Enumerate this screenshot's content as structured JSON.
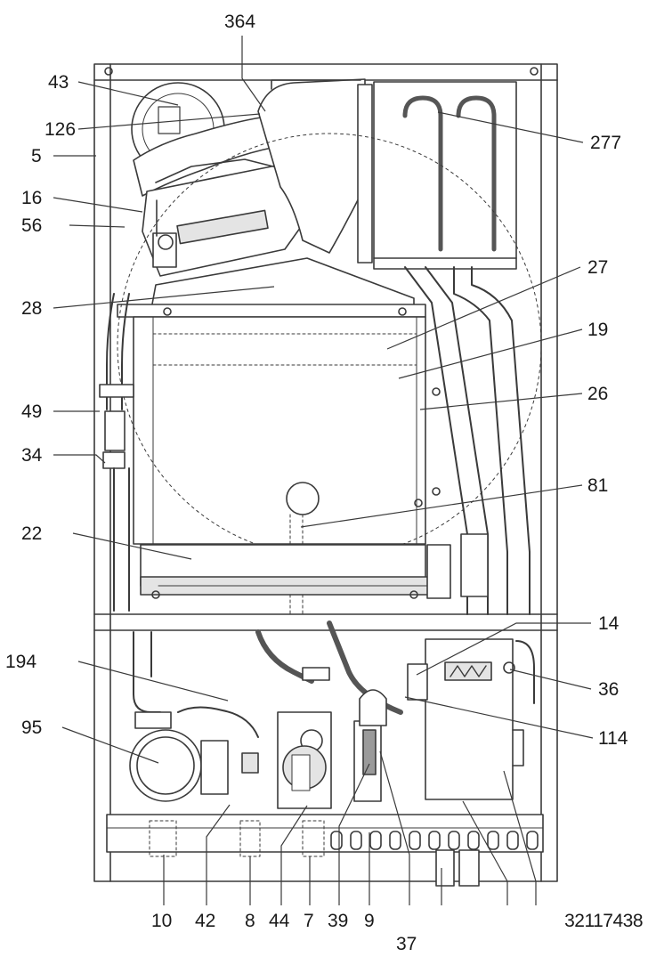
{
  "labels": {
    "n364": "364",
    "n43": "43",
    "n126": "126",
    "n5": "5",
    "n16": "16",
    "n56": "56",
    "n28": "28",
    "n49": "49",
    "n34": "34",
    "n22": "22",
    "n194": "194",
    "n95": "95",
    "n277": "277",
    "n27": "27",
    "n19": "19",
    "n26": "26",
    "n81": "81",
    "n14": "14",
    "n36": "36",
    "n114": "114",
    "n10": "10",
    "n42": "42",
    "n8": "8",
    "n44": "44",
    "n7": "7",
    "n39": "39",
    "n9": "9",
    "n37": "37",
    "n32117438": "32117438"
  },
  "colors": {
    "line": "#3a3a3a",
    "light": "#7a7a7a",
    "fill_grey": "#e4e4e4",
    "fill_dark": "#9a9a9a"
  }
}
